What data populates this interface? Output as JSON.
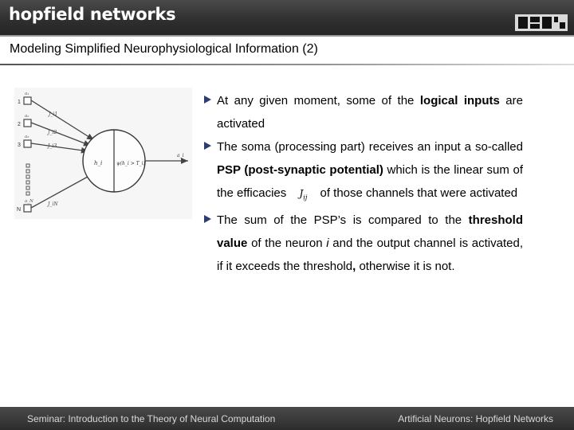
{
  "header": {
    "brand": "hopfield networks",
    "title": "Modeling Simplified Neurophysiological Information (2)"
  },
  "figure": {
    "input_numbers": [
      "1",
      "2",
      "3",
      "N"
    ],
    "input_labels": [
      "a₁",
      "a₂",
      "a₃",
      "a_N"
    ],
    "weight_labels": [
      "J_i1",
      "J_i2",
      "J_i3",
      "J_iN"
    ],
    "soma_left": "h_i",
    "soma_right": "ψ(h_i > T_i)",
    "output_label": "a_i"
  },
  "bullets": [
    {
      "t1": "At any given moment, some of the ",
      "b1": "logical inputs",
      "t2": " are activated"
    },
    {
      "t1": "The soma (processing part) receives an input a so-called ",
      "b1": "PSP (post-synaptic potential)",
      "t2": " which is the linear sum of the efficacies ",
      "symbol_main": "J",
      "symbol_sub": "ij",
      "t3": " of those channels that were activated"
    },
    {
      "t1": "The sum of the PSP’s is compared to the ",
      "b1": "threshold value",
      "t2": " of the neuron ",
      "i1": "i",
      "t3": " and the output channel is activated, if it exceeds the threshold",
      "b2": ",",
      "t4": " otherwise it is not."
    }
  ],
  "footer": {
    "left": "Seminar: Introduction to the Theory of Neural Computation",
    "right": "Artificial Neurons: Hopfield Networks"
  },
  "colors": {
    "header_bg": "#333333",
    "footer_bg": "#3a3a3a",
    "bullet_marker": "#2c3e70"
  }
}
